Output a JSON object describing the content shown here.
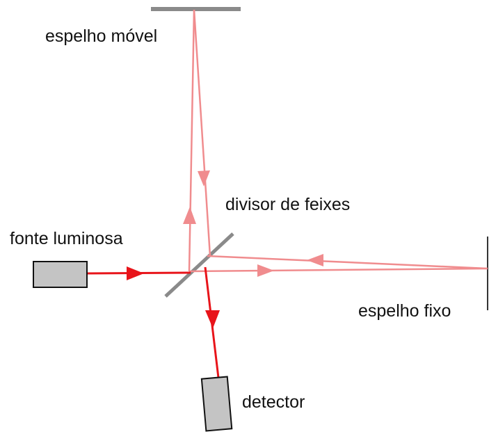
{
  "labels": {
    "movable_mirror": "espelho móvel",
    "beam_splitter": "divisor de feixes",
    "light_source": "fonte luminosa",
    "fixed_mirror": "espelho fixo",
    "detector": "detector"
  },
  "colors": {
    "strong_beam": "#e8141a",
    "faint_beam": "#f08c8e",
    "mirror": "#8a8a8a",
    "box_fill": "#c4c4c4",
    "box_stroke": "#111111",
    "text": "#111111"
  }
}
